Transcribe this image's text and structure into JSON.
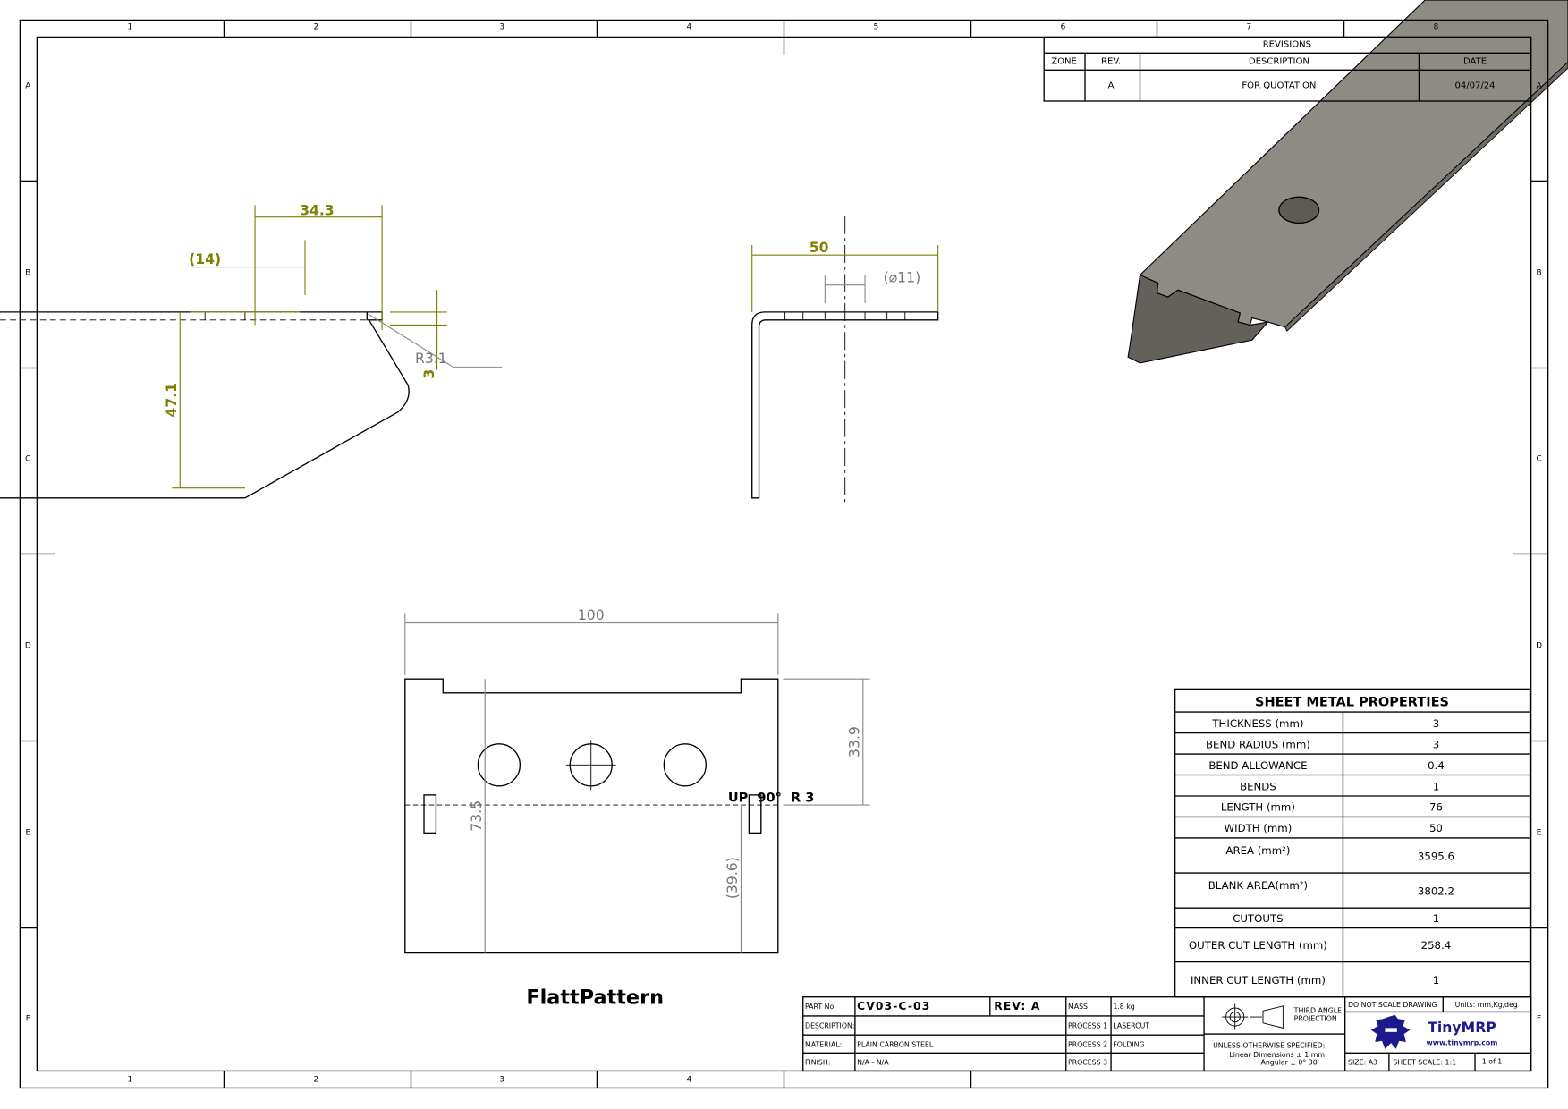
{
  "zones": {
    "columns": [
      "1",
      "2",
      "3",
      "4",
      "5",
      "6",
      "7",
      "8"
    ],
    "rows": [
      "A",
      "B",
      "C",
      "D",
      "E",
      "F"
    ],
    "bottom_columns": [
      "1",
      "2",
      "3",
      "4"
    ]
  },
  "revisions": {
    "title": "REVISIONS",
    "headers": {
      "zone": "ZONE",
      "rev": "REV.",
      "description": "DESCRIPTION",
      "date": "DATE"
    },
    "rows": [
      {
        "zone": "",
        "rev": "A",
        "description": "FOR QUOTATION",
        "date": "04/07/24"
      }
    ]
  },
  "side_view": {
    "dim_a": "34.3",
    "dim_b": "(14)",
    "dim_c": "47.1",
    "dim_d": "3",
    "radius": "R3.1"
  },
  "front_view": {
    "dim_width": "50",
    "dim_hole": "(⌀11)"
  },
  "flat_pattern": {
    "title": "FlattPattern",
    "dim_width": "100",
    "dim_height": "73.5",
    "dim_bend_offset": "33.9",
    "dim_ref": "(39.6)",
    "bend_note": "UP  90°  R 3"
  },
  "sheet_metal_properties": {
    "title": "SHEET METAL PROPERTIES",
    "rows": [
      {
        "label": "THICKNESS (mm)",
        "value": "3"
      },
      {
        "label": "BEND RADIUS (mm)",
        "value": "3"
      },
      {
        "label": "BEND ALLOWANCE",
        "value": "0.4"
      },
      {
        "label": "BENDS",
        "value": "1"
      },
      {
        "label": "LENGTH (mm)",
        "value": "76"
      },
      {
        "label": "WIDTH (mm)",
        "value": "50"
      },
      {
        "label": "AREA (mm²)",
        "value": "3595.6"
      },
      {
        "label": "BLANK AREA(mm²)",
        "value": "3802.2"
      },
      {
        "label": "CUTOUTS",
        "value": "1"
      },
      {
        "label": "OUTER CUT LENGTH  (mm)",
        "value": "258.4"
      },
      {
        "label": "INNER CUT LENGTH  (mm)",
        "value": "1"
      }
    ]
  },
  "title_block": {
    "part_no_label": "PART No:",
    "part_no": "CV03-C-03",
    "rev": "REV: A",
    "description_label": "DESCRIPTION:",
    "description": "",
    "material_label": "MATERIAL:",
    "material": "PLAIN CARBON STEEL",
    "finish_label": "FINISH:",
    "finish": "N/A - N/A",
    "mass_label": "MASS",
    "mass": "1.8 kg",
    "process1_label": "PROCESS 1",
    "process1": "LASERCUT",
    "process2_label": "PROCESS 2",
    "process2": "FOLDING",
    "process3_label": "PROCESS 3",
    "process3": "",
    "projection_1": "THIRD ANGLE",
    "projection_2": "PROJECTION",
    "tolerance_1": "UNLESS OTHERWISE SPECIFIED:",
    "tolerance_2": "Linear Dimensions   ± 1 mm",
    "tolerance_3": "Angular   ± 0° 30'",
    "do_not_scale": "DO NOT SCALE DRAWING",
    "units": "Units: mm,Kg,deg",
    "company": "TinyMRP",
    "website": "www.tinymrp.com",
    "size": "SIZE:  A3",
    "scale": "SHEET SCALE: 1:1",
    "sheet": "1 of 1"
  },
  "colors": {
    "dimension": "#7f7f00",
    "brand": "#1a1a8c",
    "part_face": "#8e8b85",
    "part_dark": "#64615d"
  }
}
